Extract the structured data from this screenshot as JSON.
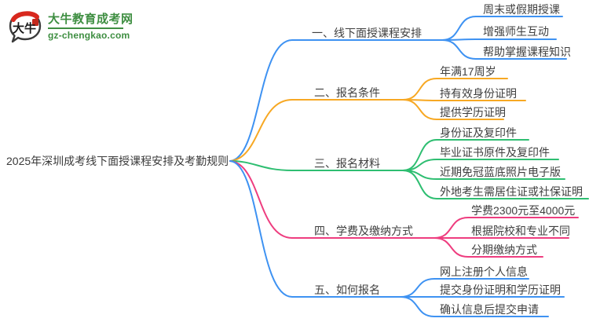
{
  "site": {
    "logo_badge": "大牛",
    "logo_title": "大牛教育成考网",
    "logo_domain": "gz-chengkao.com",
    "brand_green": "#3E8E41",
    "accent_red": "#D8281E",
    "outline_dark": "#3B3B3B"
  },
  "mindmap": {
    "root": "2025年深圳成考线下面授课程安排及考勤规则",
    "text_color": "#3F3F3F",
    "branches": [
      {
        "label": "一、线下面授课程安排",
        "color": "#3E92F2",
        "children": [
          "周末或假期授课",
          "增强师生互动",
          "帮助掌握课程知识"
        ]
      },
      {
        "label": "二、报名条件",
        "color": "#F7A823",
        "children": [
          "年满17周岁",
          "持有效身份证明",
          "提供学历证明"
        ]
      },
      {
        "label": "三、报名材料",
        "color": "#2EBE71",
        "children": [
          "身份证及复印件",
          "毕业证书原件及复印件",
          "近期免冠蓝底照片电子版",
          "外地考生需居住证或社保证明"
        ]
      },
      {
        "label": "四、学费及缴纳方式",
        "color": "#EE3D7F",
        "children": [
          "学费2300元至4000元",
          "根据院校和专业不同",
          "分期缴纳方式"
        ]
      },
      {
        "label": "五、如何报名",
        "color": "#3E92F2",
        "children": [
          "网上注册个人信息",
          "提交身份证明和学历证明",
          "确认信息后提交申请"
        ]
      }
    ]
  }
}
